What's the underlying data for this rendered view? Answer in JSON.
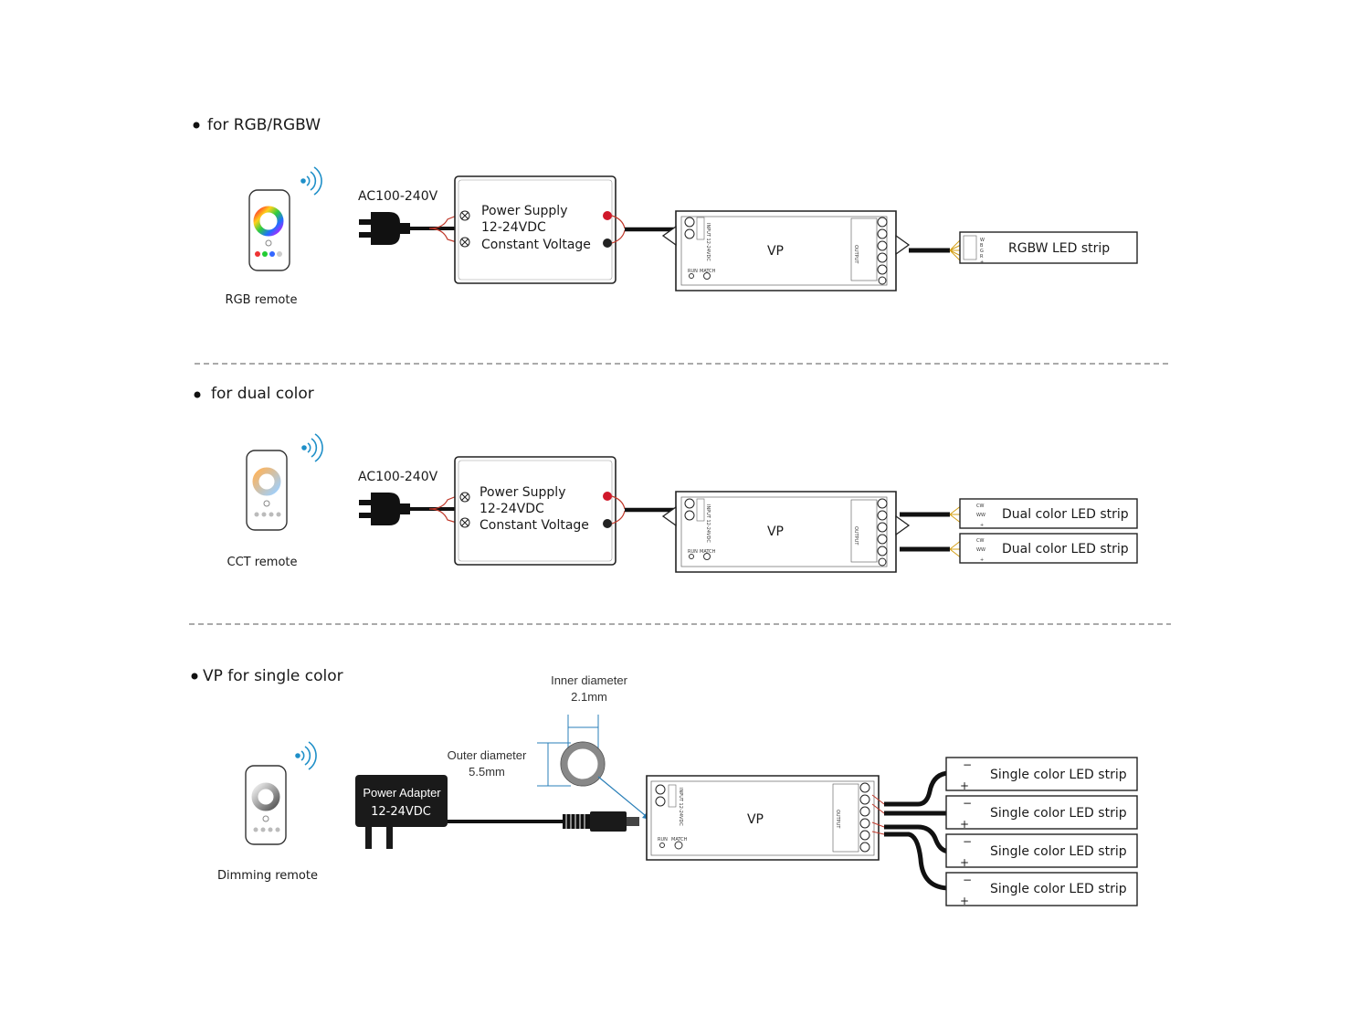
{
  "sections": [
    {
      "heading": "for RGB/RGBW",
      "remote_label": "RGB remote",
      "input_label": "AC100-240V",
      "psu": {
        "line1": "Power Supply",
        "line2": "12-24VDC",
        "line3": "Constant Voltage"
      },
      "controller_label": "VP",
      "strips": [
        "RGBW LED strip"
      ],
      "strip_pins": [
        "W",
        "B",
        "G",
        "R",
        "+"
      ]
    },
    {
      "heading": "for dual color",
      "remote_label": "CCT remote",
      "input_label": "AC100-240V",
      "psu": {
        "line1": "Power Supply",
        "line2": "12-24VDC",
        "line3": "Constant Voltage"
      },
      "controller_label": "VP",
      "strips": [
        "Dual color LED strip",
        "Dual color LED strip"
      ],
      "strip_pins": [
        "CW",
        "WW",
        "+"
      ]
    },
    {
      "heading": "VP for single color",
      "remote_label": "Dimming remote",
      "adapter": {
        "line1": "Power Adapter",
        "line2": "12-24VDC"
      },
      "inner_diameter": {
        "label": "Inner diameter",
        "value": "2.1mm"
      },
      "outer_diameter": {
        "label": "Outer diameter",
        "value": "5.5mm"
      },
      "controller_label": "VP",
      "strips": [
        "Single color LED strip",
        "Single color LED strip",
        "Single color LED strip",
        "Single color LED strip"
      ],
      "strip_pins": [
        "−",
        "+"
      ]
    }
  ],
  "controller_small": {
    "input": "INPUT 12-24VDC",
    "output": "OUTPUT",
    "run": "RUN",
    "match": "MATCH"
  },
  "colors": {
    "red_terminal": "#d0182a",
    "black_terminal": "#222222",
    "wifi": "#1e8fc8",
    "wire_red": "#c0392b"
  }
}
